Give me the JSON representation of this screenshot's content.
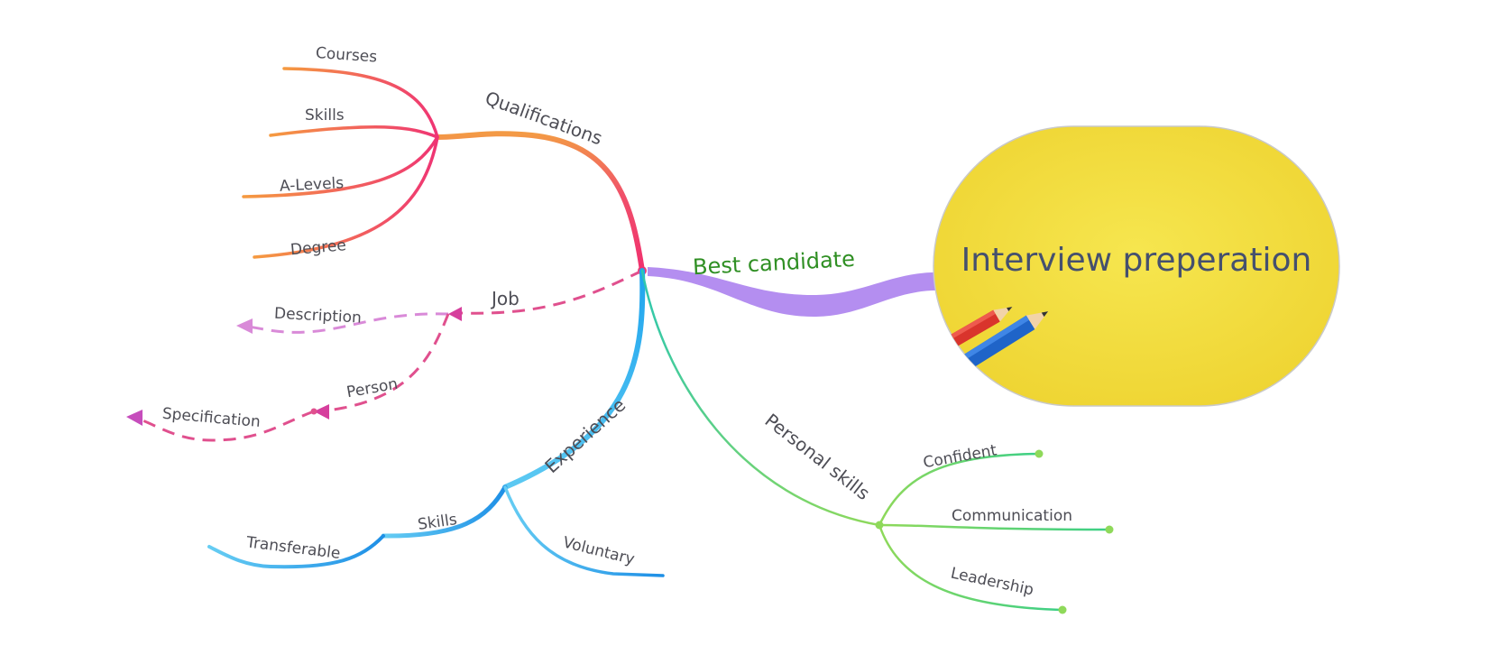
{
  "central": {
    "title": "Interview preperation",
    "fill_color": "#f0dc3c"
  },
  "main_link": {
    "label": "Best candidate",
    "color": "#b48ef0",
    "label_color": "#2f8f23"
  },
  "branches": {
    "qualifications": {
      "label": "Qualifications",
      "color": "#f04a78",
      "children": [
        "Courses",
        "Skills",
        "A-Levels",
        "Degree"
      ]
    },
    "job": {
      "label": "Job",
      "color": "#e05aa8",
      "children": {
        "description": "Description",
        "person": "Person",
        "specification": "Specification"
      }
    },
    "experience": {
      "label": "Experience",
      "color": "#2ea8ec",
      "children": {
        "skills": "Skills",
        "transferable": "Transferable",
        "voluntary": "Voluntary"
      }
    },
    "personal_skills": {
      "label": "Personal skills",
      "color": "#3ccf86",
      "children": [
        "Confident",
        "Communication",
        "Leadership"
      ]
    }
  }
}
